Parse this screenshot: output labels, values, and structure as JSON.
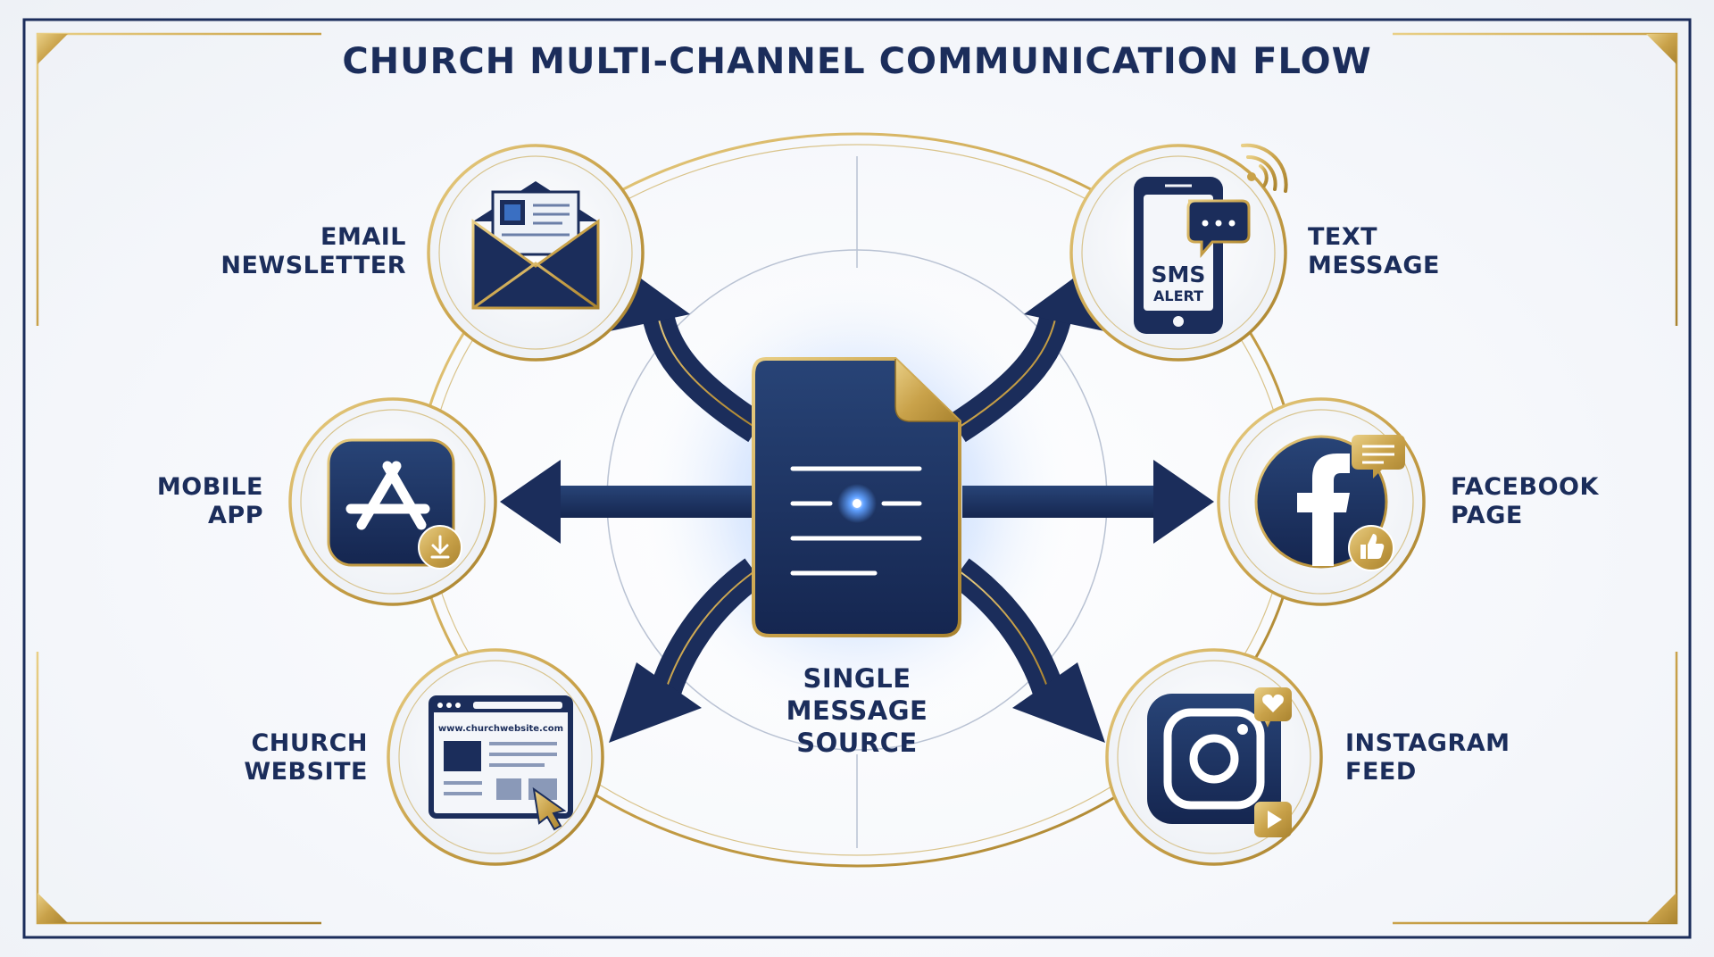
{
  "title": "CHURCH MULTI-CHANNEL COMMUNICATION FLOW",
  "source": {
    "lines": [
      "SINGLE",
      "MESSAGE",
      "SOURCE"
    ],
    "icon": "document-icon"
  },
  "channels": [
    {
      "id": "email",
      "lines": [
        "EMAIL",
        "NEWSLETTER"
      ],
      "icon": "envelope-icon"
    },
    {
      "id": "text",
      "lines": [
        "TEXT",
        "MESSAGE"
      ],
      "icon": "smartphone-icon",
      "phone_text": [
        "SMS",
        "ALERT"
      ]
    },
    {
      "id": "app",
      "lines": [
        "MOBILE",
        "APP"
      ],
      "icon": "app-store-icon"
    },
    {
      "id": "facebook",
      "lines": [
        "FACEBOOK",
        "PAGE"
      ],
      "icon": "facebook-icon"
    },
    {
      "id": "website",
      "lines": [
        "CHURCH",
        "WEBSITE"
      ],
      "icon": "browser-icon",
      "url": "www.churchwebsite.com"
    },
    {
      "id": "instagram",
      "lines": [
        "INSTAGRAM",
        "FEED"
      ],
      "icon": "instagram-icon"
    }
  ],
  "colors": {
    "navy": "#1b2d5b",
    "gold": "#c9a24a",
    "glow": "#4f8fe8",
    "background": "#f3f5f9"
  }
}
